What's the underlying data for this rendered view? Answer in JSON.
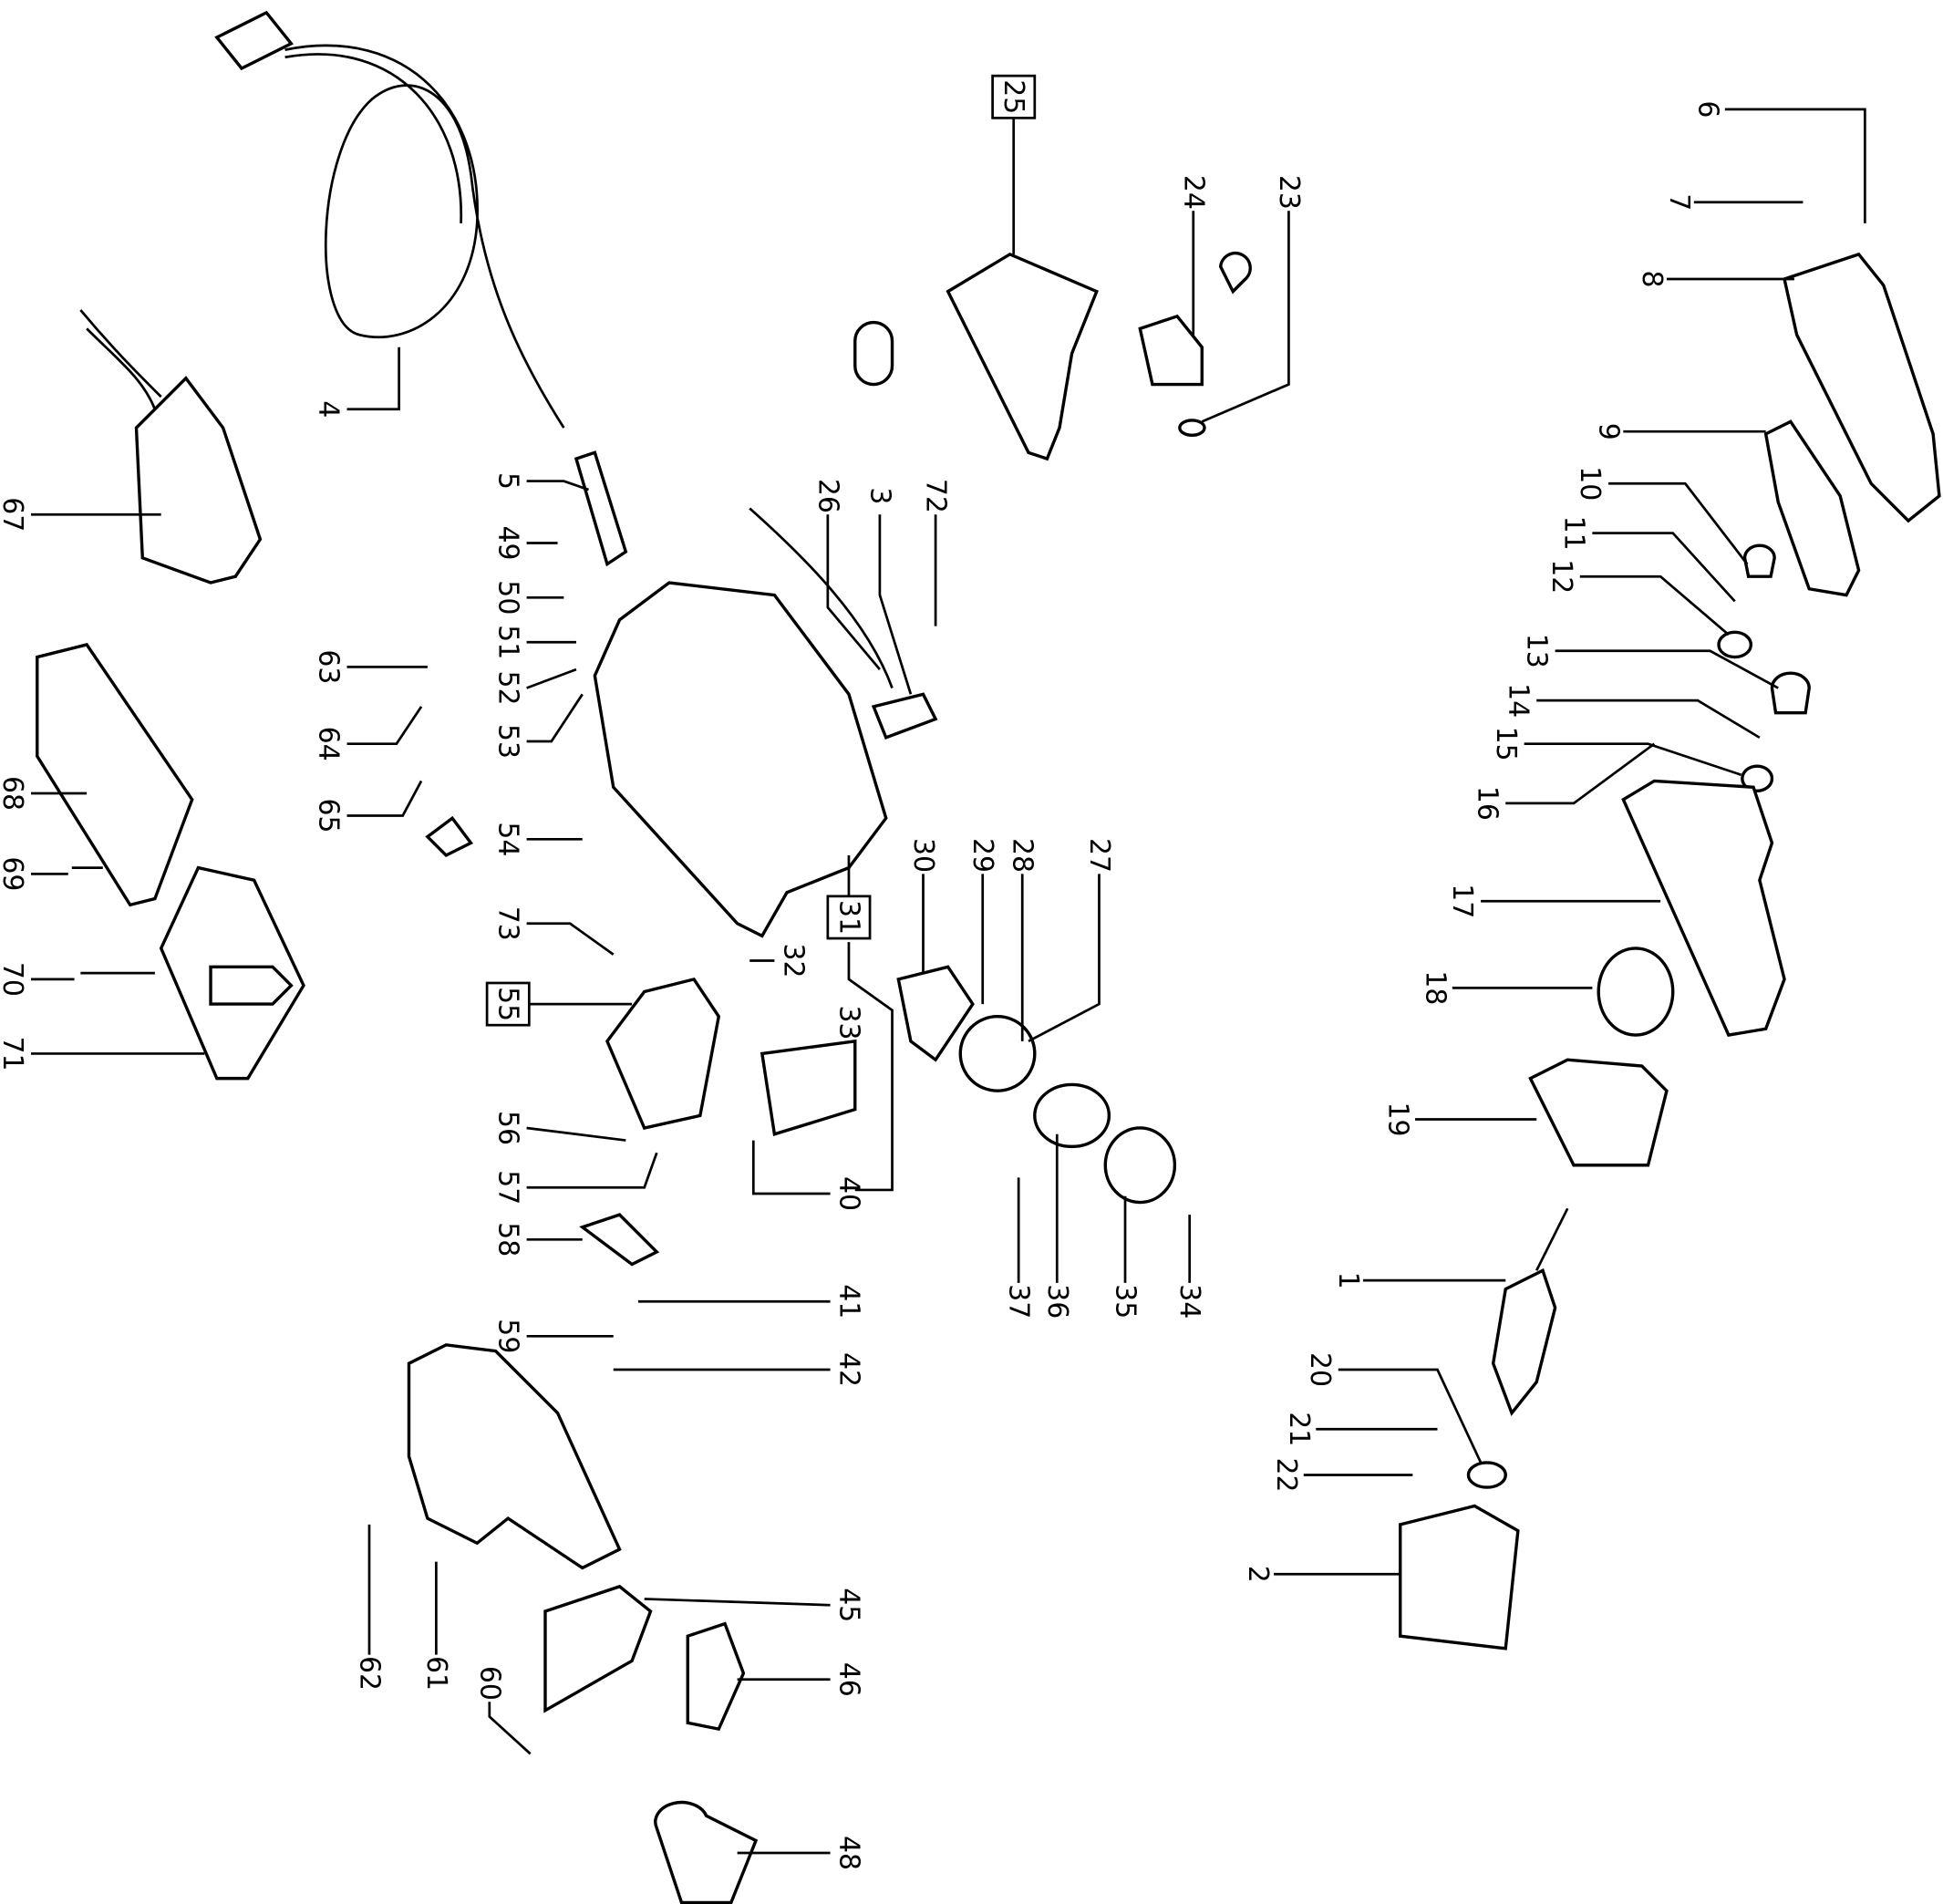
{
  "diagram": {
    "type": "exploded-parts-diagram",
    "part_numbers": [
      "1",
      "2",
      "3",
      "4",
      "5",
      "6",
      "7",
      "8",
      "9",
      "10",
      "11",
      "12",
      "13",
      "14",
      "15",
      "16",
      "17",
      "18",
      "19",
      "20",
      "21",
      "22",
      "23",
      "24",
      "25",
      "26",
      "27",
      "28",
      "29",
      "30",
      "31",
      "32",
      "33",
      "34",
      "35",
      "36",
      "37",
      "40",
      "41",
      "42",
      "45",
      "46",
      "48",
      "49",
      "50",
      "51",
      "52",
      "53",
      "54",
      "55",
      "56",
      "57",
      "58",
      "59",
      "60",
      "61",
      "62",
      "63",
      "64",
      "65",
      "67",
      "68",
      "69",
      "70",
      "71",
      "72",
      "73"
    ],
    "boxed_assemblies": [
      "25",
      "31",
      "55"
    ]
  }
}
